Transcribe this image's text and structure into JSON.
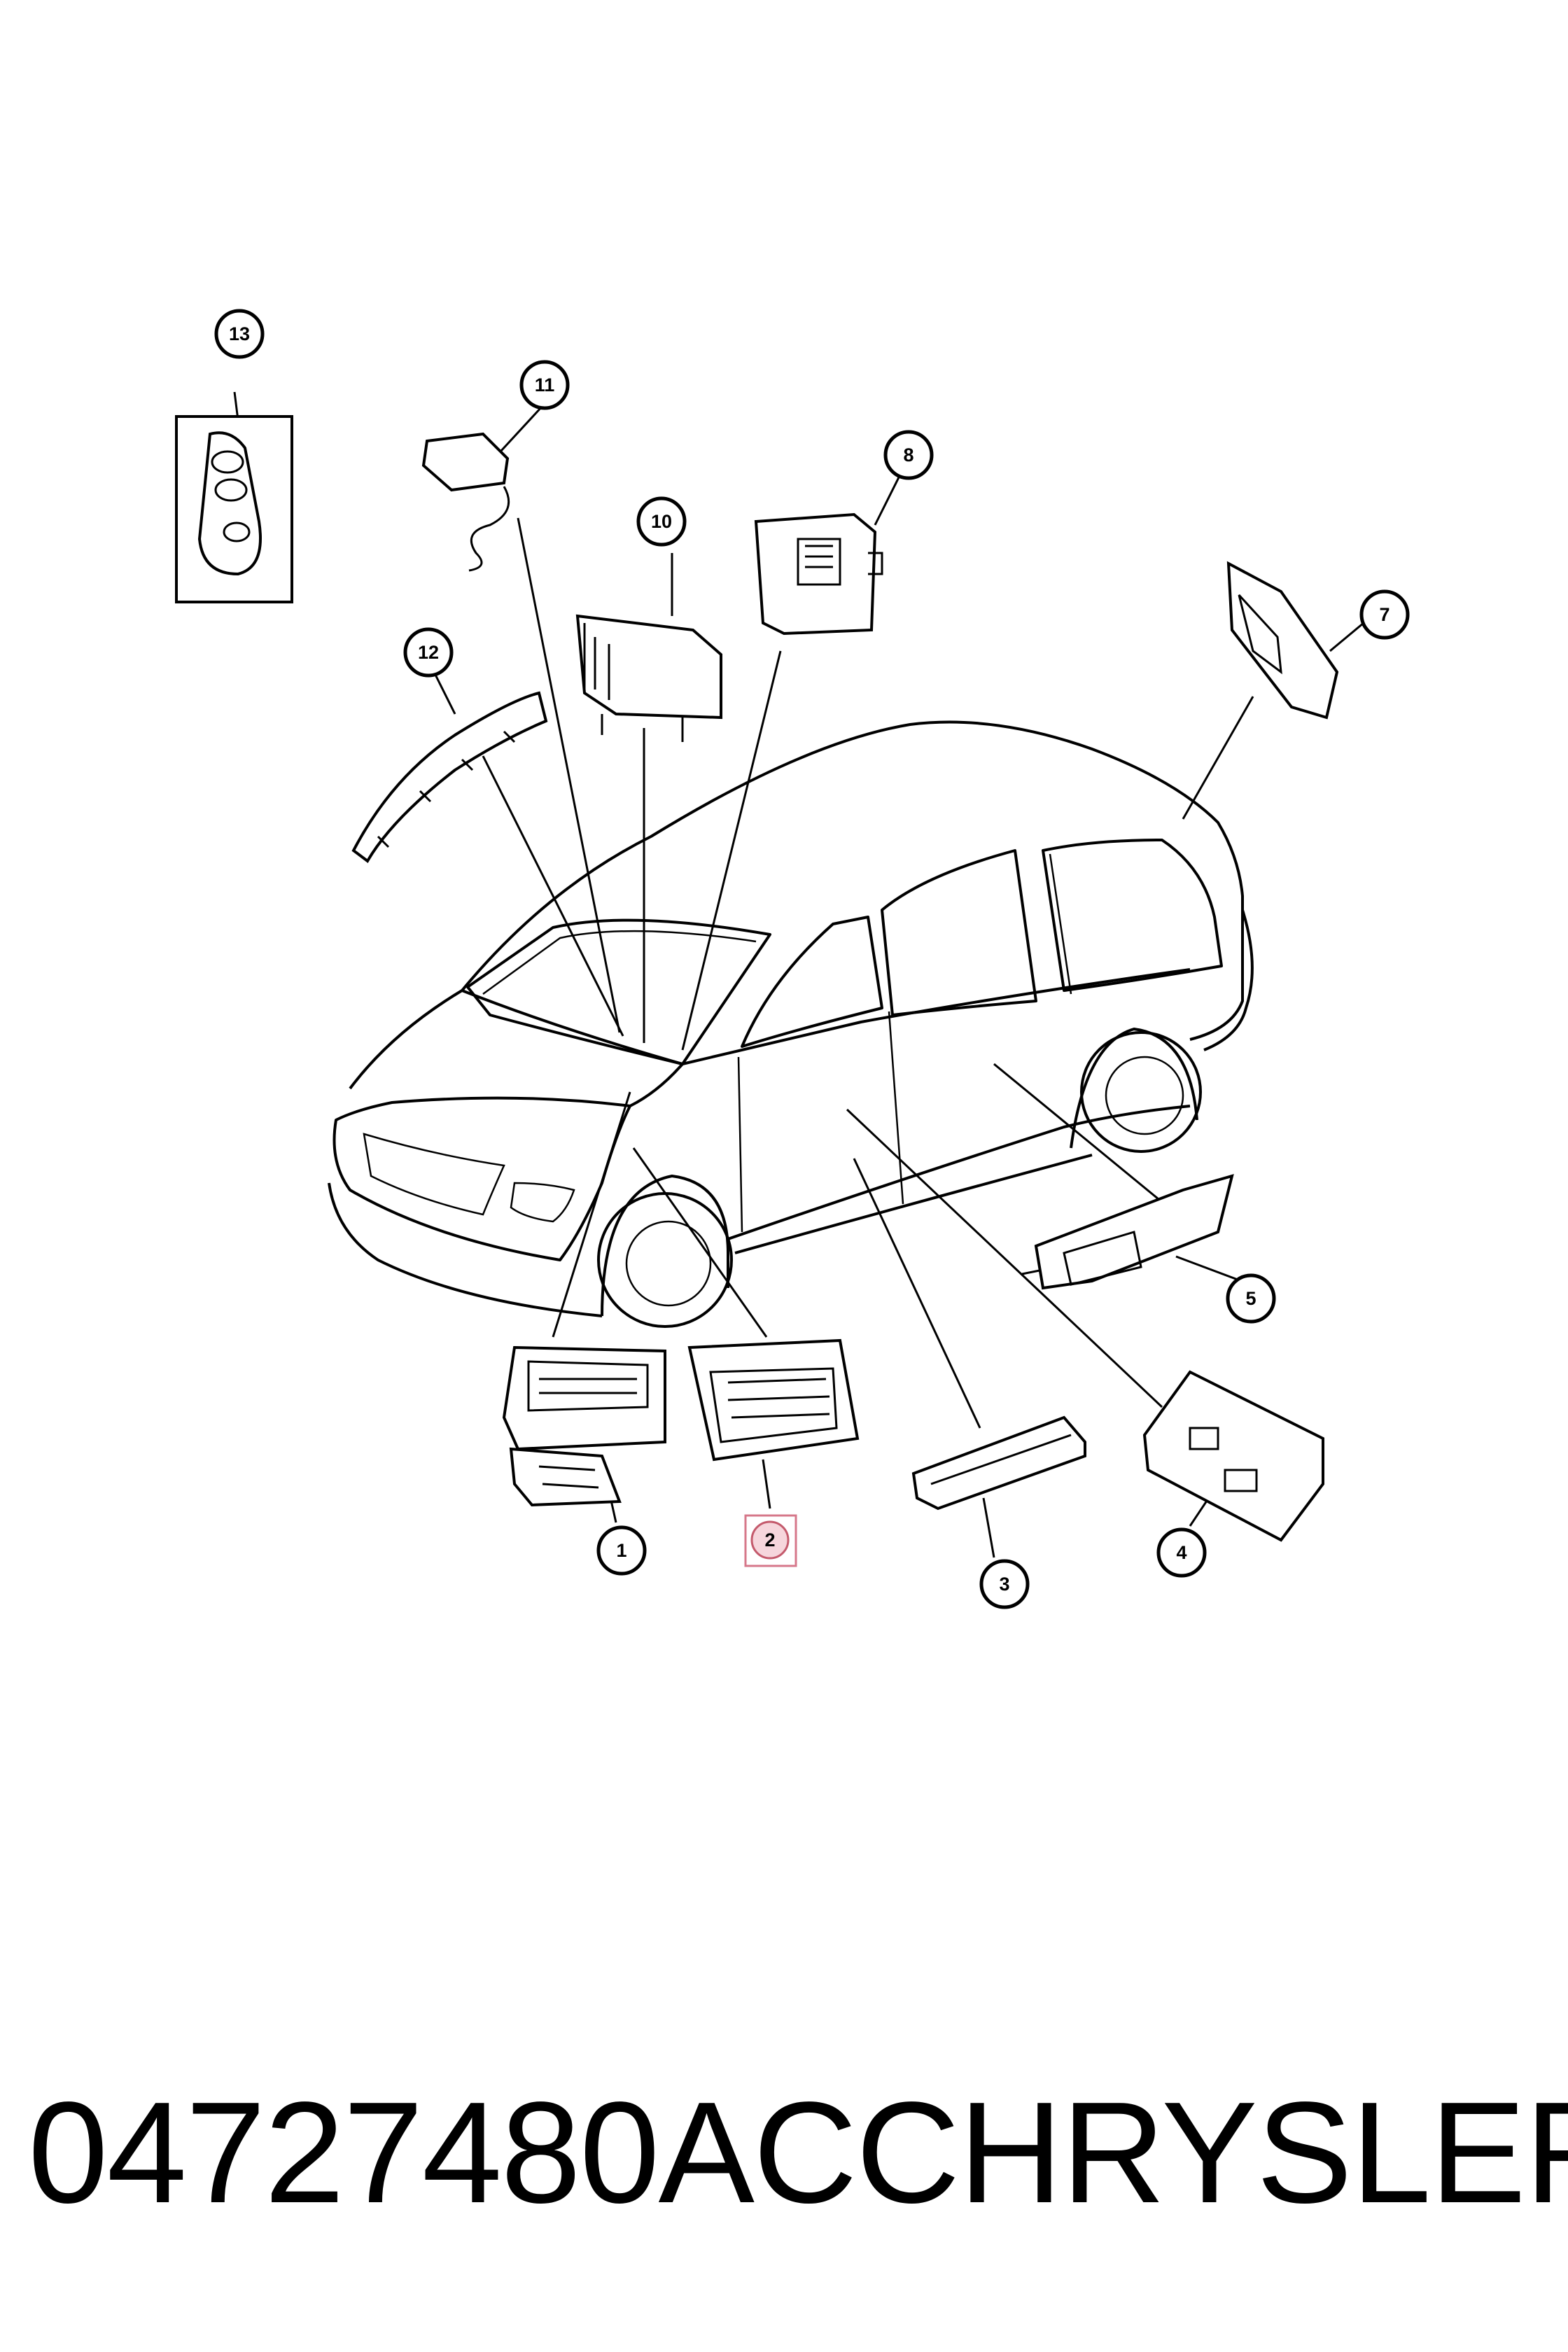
{
  "callouts": [
    {
      "id": "1",
      "label": "1"
    },
    {
      "id": "2",
      "label": "2",
      "highlighted": true
    },
    {
      "id": "3",
      "label": "3"
    },
    {
      "id": "4",
      "label": "4"
    },
    {
      "id": "5",
      "label": "5"
    },
    {
      "id": "7",
      "label": "7"
    },
    {
      "id": "8",
      "label": "8"
    },
    {
      "id": "10",
      "label": "10"
    },
    {
      "id": "11",
      "label": "11"
    },
    {
      "id": "12",
      "label": "12"
    },
    {
      "id": "13",
      "label": "13"
    }
  ],
  "caption": {
    "part_number": "04727480AC",
    "brand": "CHRYSLER"
  },
  "colors": {
    "line": "#000000",
    "highlight_fill": "#f6d6dc",
    "highlight_stroke": "#d6778a"
  }
}
